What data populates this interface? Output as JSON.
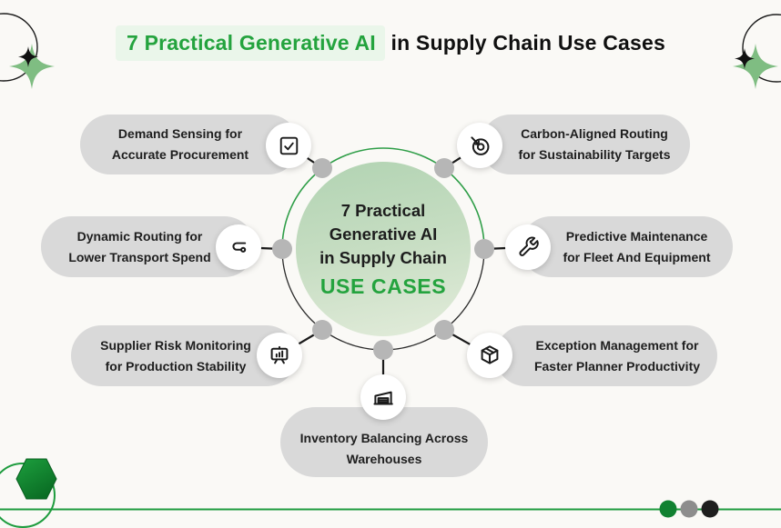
{
  "header": {
    "highlight_text": "7 Practical Generative AI",
    "rest_text": " in Supply Chain Use Cases",
    "highlight_color": "#24a33e",
    "highlight_bg": "#eaf6ea",
    "text_color": "#101010"
  },
  "center": {
    "lines": [
      "7 Practical",
      "Generative AI",
      "in Supply Chain"
    ],
    "subtitle": "USE CASES",
    "subtitle_color": "#24a33e",
    "fill_gradient": [
      "#b1d3b2",
      "#e3ecdb"
    ],
    "ring_colors": {
      "top": "#2f9e48",
      "bottom": "#2b2b2b"
    }
  },
  "bubbles": [
    {
      "id": "demand-sensing",
      "icon": "checkbox-icon",
      "lines": [
        "Demand Sensing for",
        "Accurate Procurement"
      ]
    },
    {
      "id": "carbon-aligned-routing",
      "icon": "target-icon",
      "lines": [
        "Carbon-Aligned Routing",
        "for Sustainability Targets"
      ]
    },
    {
      "id": "dynamic-routing",
      "icon": "route-icon",
      "lines": [
        "Dynamic Routing for",
        "Lower Transport Spend"
      ]
    },
    {
      "id": "predictive-maintenance",
      "icon": "wrench-icon",
      "lines": [
        "Predictive Maintenance",
        "for Fleet And Equipment"
      ]
    },
    {
      "id": "supplier-risk-monitoring",
      "icon": "presentation-chart-icon",
      "lines": [
        "Supplier Risk Monitoring",
        "for Production Stability"
      ]
    },
    {
      "id": "exception-management",
      "icon": "package-icon",
      "lines": [
        "Exception Management for",
        "Faster Planner Productivity"
      ]
    },
    {
      "id": "inventory-balancing",
      "icon": "warehouse-icon",
      "lines": [
        "Inventory Balancing Across",
        "Warehouses"
      ]
    }
  ],
  "decorations": {
    "sparkle_green": "#7fbd82",
    "sparkle_black": "#111111",
    "hexagon_colors": [
      "#1d9f3e",
      "#0a6d24"
    ],
    "footer_line_color": "#1e9c3e",
    "pager_dot_colors": [
      "#118131",
      "#8d8d8d",
      "#1e1e1e"
    ]
  },
  "colors": {
    "page_background": "#faf9f6",
    "pill_background": "#d9d9d9",
    "pill_text": "#1e1e1e",
    "connector_line": "#1a1a1a",
    "connector_dot": "#b6b6b6"
  }
}
